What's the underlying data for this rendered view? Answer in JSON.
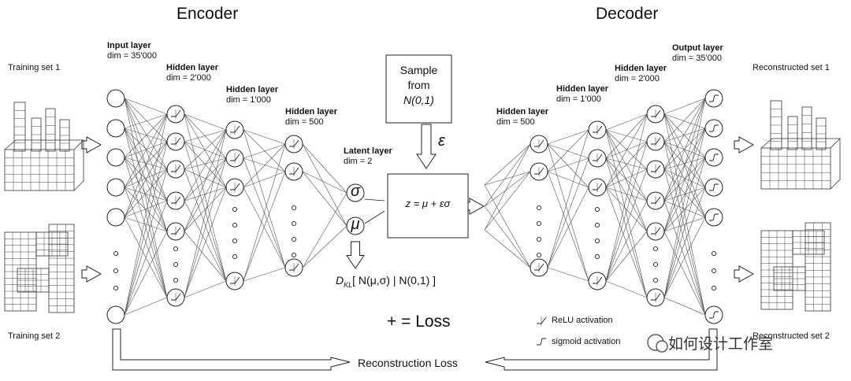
{
  "titles": {
    "encoder": "Encoder",
    "decoder": "Decoder"
  },
  "sets": {
    "training1": "Training set 1",
    "training2": "Training set 2",
    "reconstructed1": "Reconstructed set 1",
    "reconstructed2": "Reconstructed set 2"
  },
  "layers": {
    "input": {
      "name": "Input layer",
      "dim": "dim = 35'000"
    },
    "enc_h1": {
      "name": "Hidden layer",
      "dim": "dim = 2'000"
    },
    "enc_h2": {
      "name": "Hidden layer",
      "dim": "dim = 1'000"
    },
    "enc_h3": {
      "name": "Hidden layer",
      "dim": "dim = 500"
    },
    "latent": {
      "name": "Latent layer",
      "dim": "dim = 2"
    },
    "dec_h1": {
      "name": "Hidden layer",
      "dim": "dim = 500"
    },
    "dec_h2": {
      "name": "Hidden layer",
      "dim": "dim = 1'000"
    },
    "dec_h3": {
      "name": "Hidden layer",
      "dim": "dim = 2'000"
    },
    "output": {
      "name": "Output layer",
      "dim": "dim = 35'000"
    }
  },
  "sample": {
    "line1": "Sample",
    "line2": "from",
    "line3": "N(0,1)"
  },
  "epsilon": "ε",
  "sigma": "σ",
  "mu": "μ",
  "z_formula": "z = μ + εσ",
  "kl": {
    "d": "D",
    "sub": "KL",
    "rest": "[ N(μ,σ) | N(0,1) ]"
  },
  "loss": "+ = Loss",
  "reconstruction_loss": "Reconstruction Loss",
  "legend": {
    "relu": "ReLU activation",
    "sigmoid": "sigmoid activation"
  },
  "watermark": "如何设计工作室"
}
